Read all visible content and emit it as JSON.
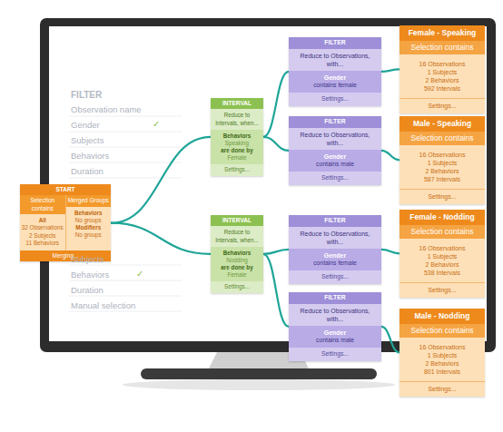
{
  "diagram": {
    "nodes": [
      {
        "text": [
          "START",
          "Selection contains",
          "Merged Groups",
          "All",
          "32 Observations",
          "2 Subjects",
          "11 Behaviors",
          "Behaviors",
          "No groups",
          "Modifiers",
          "No groups",
          "Merging..."
        ]
      },
      {
        "text": [
          "INTERVAL",
          "Reduce to Intervals, when...",
          "Behaviors",
          "Speaking",
          "are done by",
          "Female",
          "Settings..."
        ]
      },
      {
        "text": [
          "INTERVAL",
          "Reduce to Intervals, when...",
          "Behaviors",
          "Nodding",
          "are done by",
          "Female",
          "Settings..."
        ]
      },
      {
        "text": [
          "FILTER",
          "Reduce to Observations, with...",
          "Gender",
          "contains female",
          "Settings..."
        ]
      },
      {
        "text": [
          "FILTER",
          "Reduce to Observations, with...",
          "Gender",
          "contains male",
          "Settings..."
        ]
      },
      {
        "text": [
          "FILTER",
          "Reduce to Observations, with...",
          "Gender",
          "contains female",
          "Settings..."
        ]
      },
      {
        "text": [
          "FILTER",
          "Reduce to Observations, with...",
          "Gender",
          "contains male",
          "Settings..."
        ]
      },
      {
        "text": [
          "Female - Speaking",
          "Selection contains",
          "16 Observations",
          "1 Subjects",
          "2 Behaviors",
          "592 Intervals",
          "Settings..."
        ]
      },
      {
        "text": [
          "Male - Speaking",
          "Selection contains",
          "16 Observations",
          "1 Subjects",
          "2 Behaviors",
          "587 Intervals",
          "Settings..."
        ]
      },
      {
        "text": [
          "Female - Nodding",
          "Selection contains",
          "16 Observations",
          "1 Subjects",
          "2 Behaviors",
          "538 Intervals",
          "Settings..."
        ]
      },
      {
        "text": [
          "Male - Nodding",
          "Selection contains",
          "16 Observations",
          "1 Subjects",
          "2 Behaviors",
          "801 Intervals",
          "Settings..."
        ]
      }
    ],
    "edges": [
      {
        "from": 0,
        "to": 1,
        "arrow": "none"
      },
      {
        "from": 0,
        "to": 2,
        "arrow": "none"
      },
      {
        "from": 1,
        "to": 3,
        "arrow": "none"
      },
      {
        "from": 1,
        "to": 4,
        "arrow": "none"
      },
      {
        "from": 2,
        "to": 5,
        "arrow": "none"
      },
      {
        "from": 2,
        "to": 6,
        "arrow": "none"
      },
      {
        "from": 3,
        "to": 7,
        "arrow": "none"
      },
      {
        "from": 4,
        "to": 8,
        "arrow": "none"
      },
      {
        "from": 5,
        "to": 9,
        "arrow": "none"
      },
      {
        "from": 6,
        "to": 10,
        "arrow": "none"
      }
    ],
    "labels": [
      "FILTER",
      "Observation name",
      "Gender",
      "✓",
      "Subjects",
      "Behaviors",
      "Duration",
      "Subjects",
      "Behaviors",
      "✓",
      "Duration",
      "Manual selection"
    ]
  }
}
